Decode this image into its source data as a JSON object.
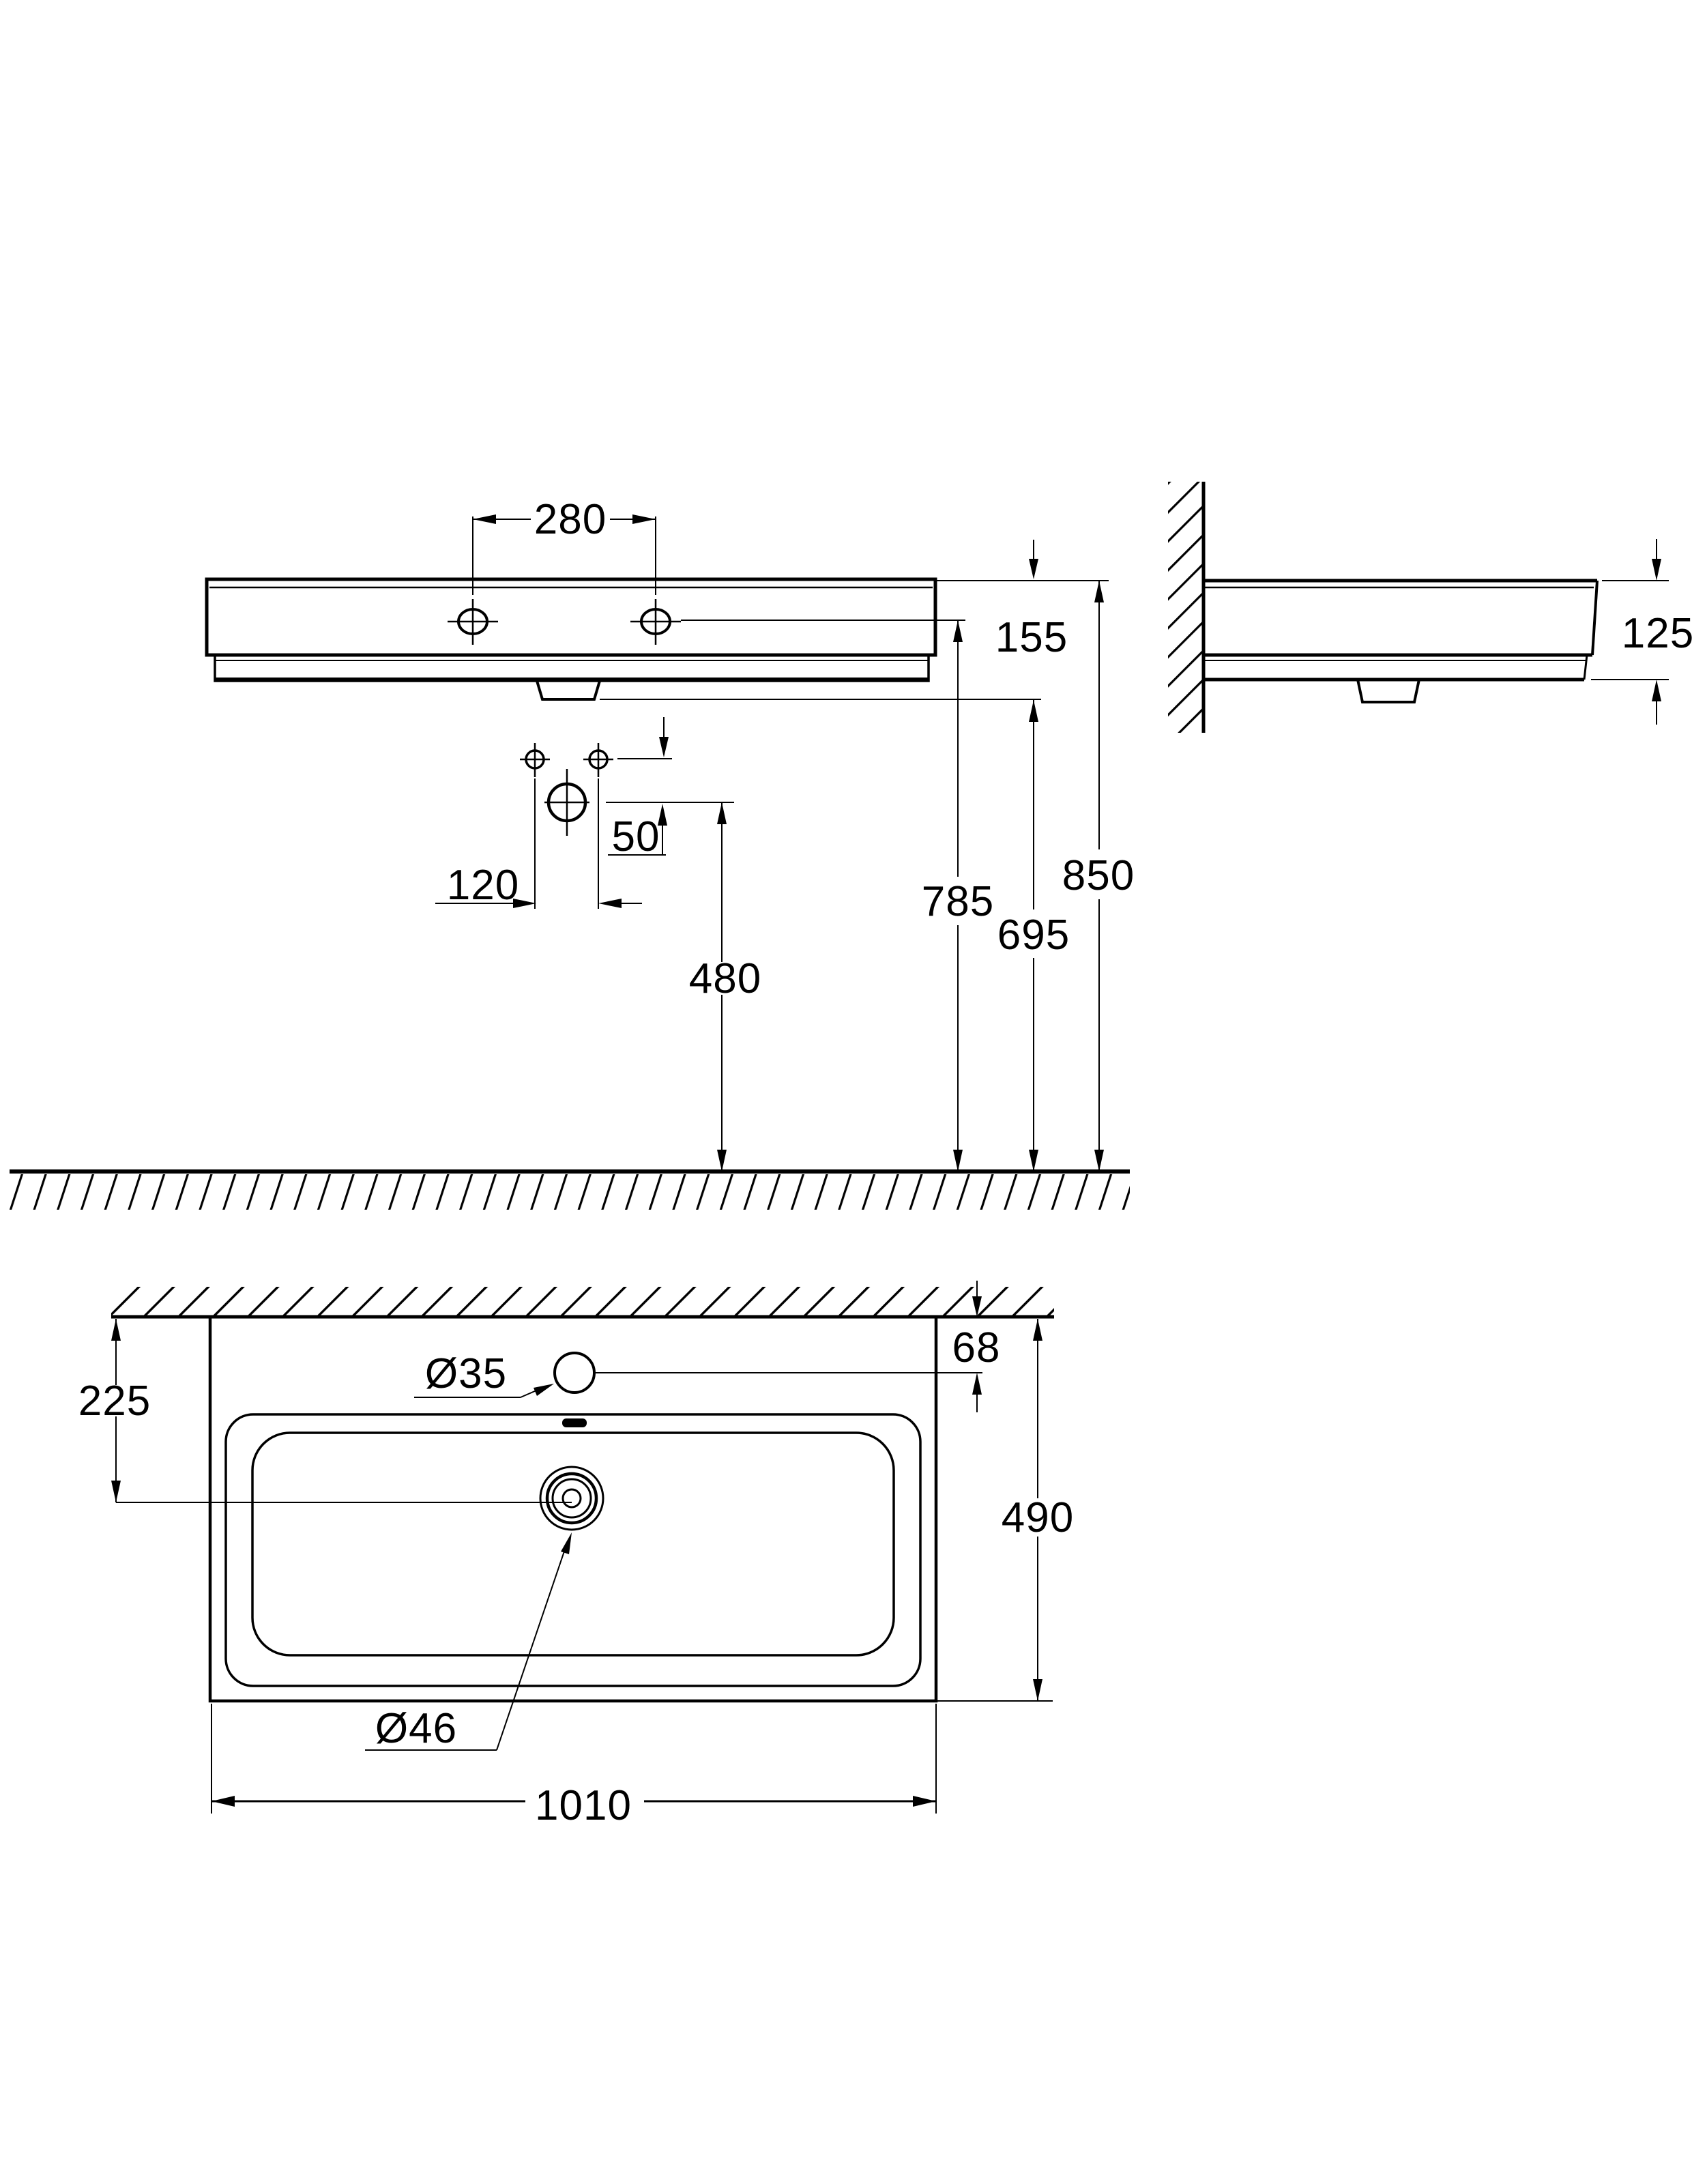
{
  "colors": {
    "ink": "#000000",
    "background": "#ffffff"
  },
  "dims": {
    "d280": "280",
    "d155": "155",
    "d785": "785",
    "d695": "695",
    "d850": "850",
    "d120": "120",
    "d50": "50",
    "d480": "480",
    "d125": "125",
    "d68": "68",
    "d225": "225",
    "d35": "Ø35",
    "d490": "490",
    "d46": "Ø46",
    "d1010": "1010"
  }
}
